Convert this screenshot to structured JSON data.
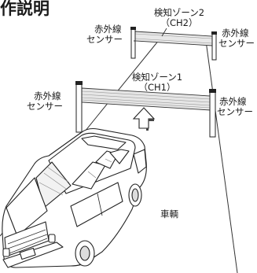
{
  "title_fragment": "作説明",
  "zone_far": {
    "name": "検知ゾーン2",
    "channel": "（CH2）"
  },
  "zone_near": {
    "name": "検知ゾーン1",
    "channel": "（CH1）"
  },
  "sensor_label_line1": "赤外線",
  "sensor_label_line2": "センサー",
  "vehicle_label": "車輌",
  "colors": {
    "ink": "#1a1a1a",
    "beam_fill": "#e6e6e6",
    "paper": "#ffffff"
  }
}
